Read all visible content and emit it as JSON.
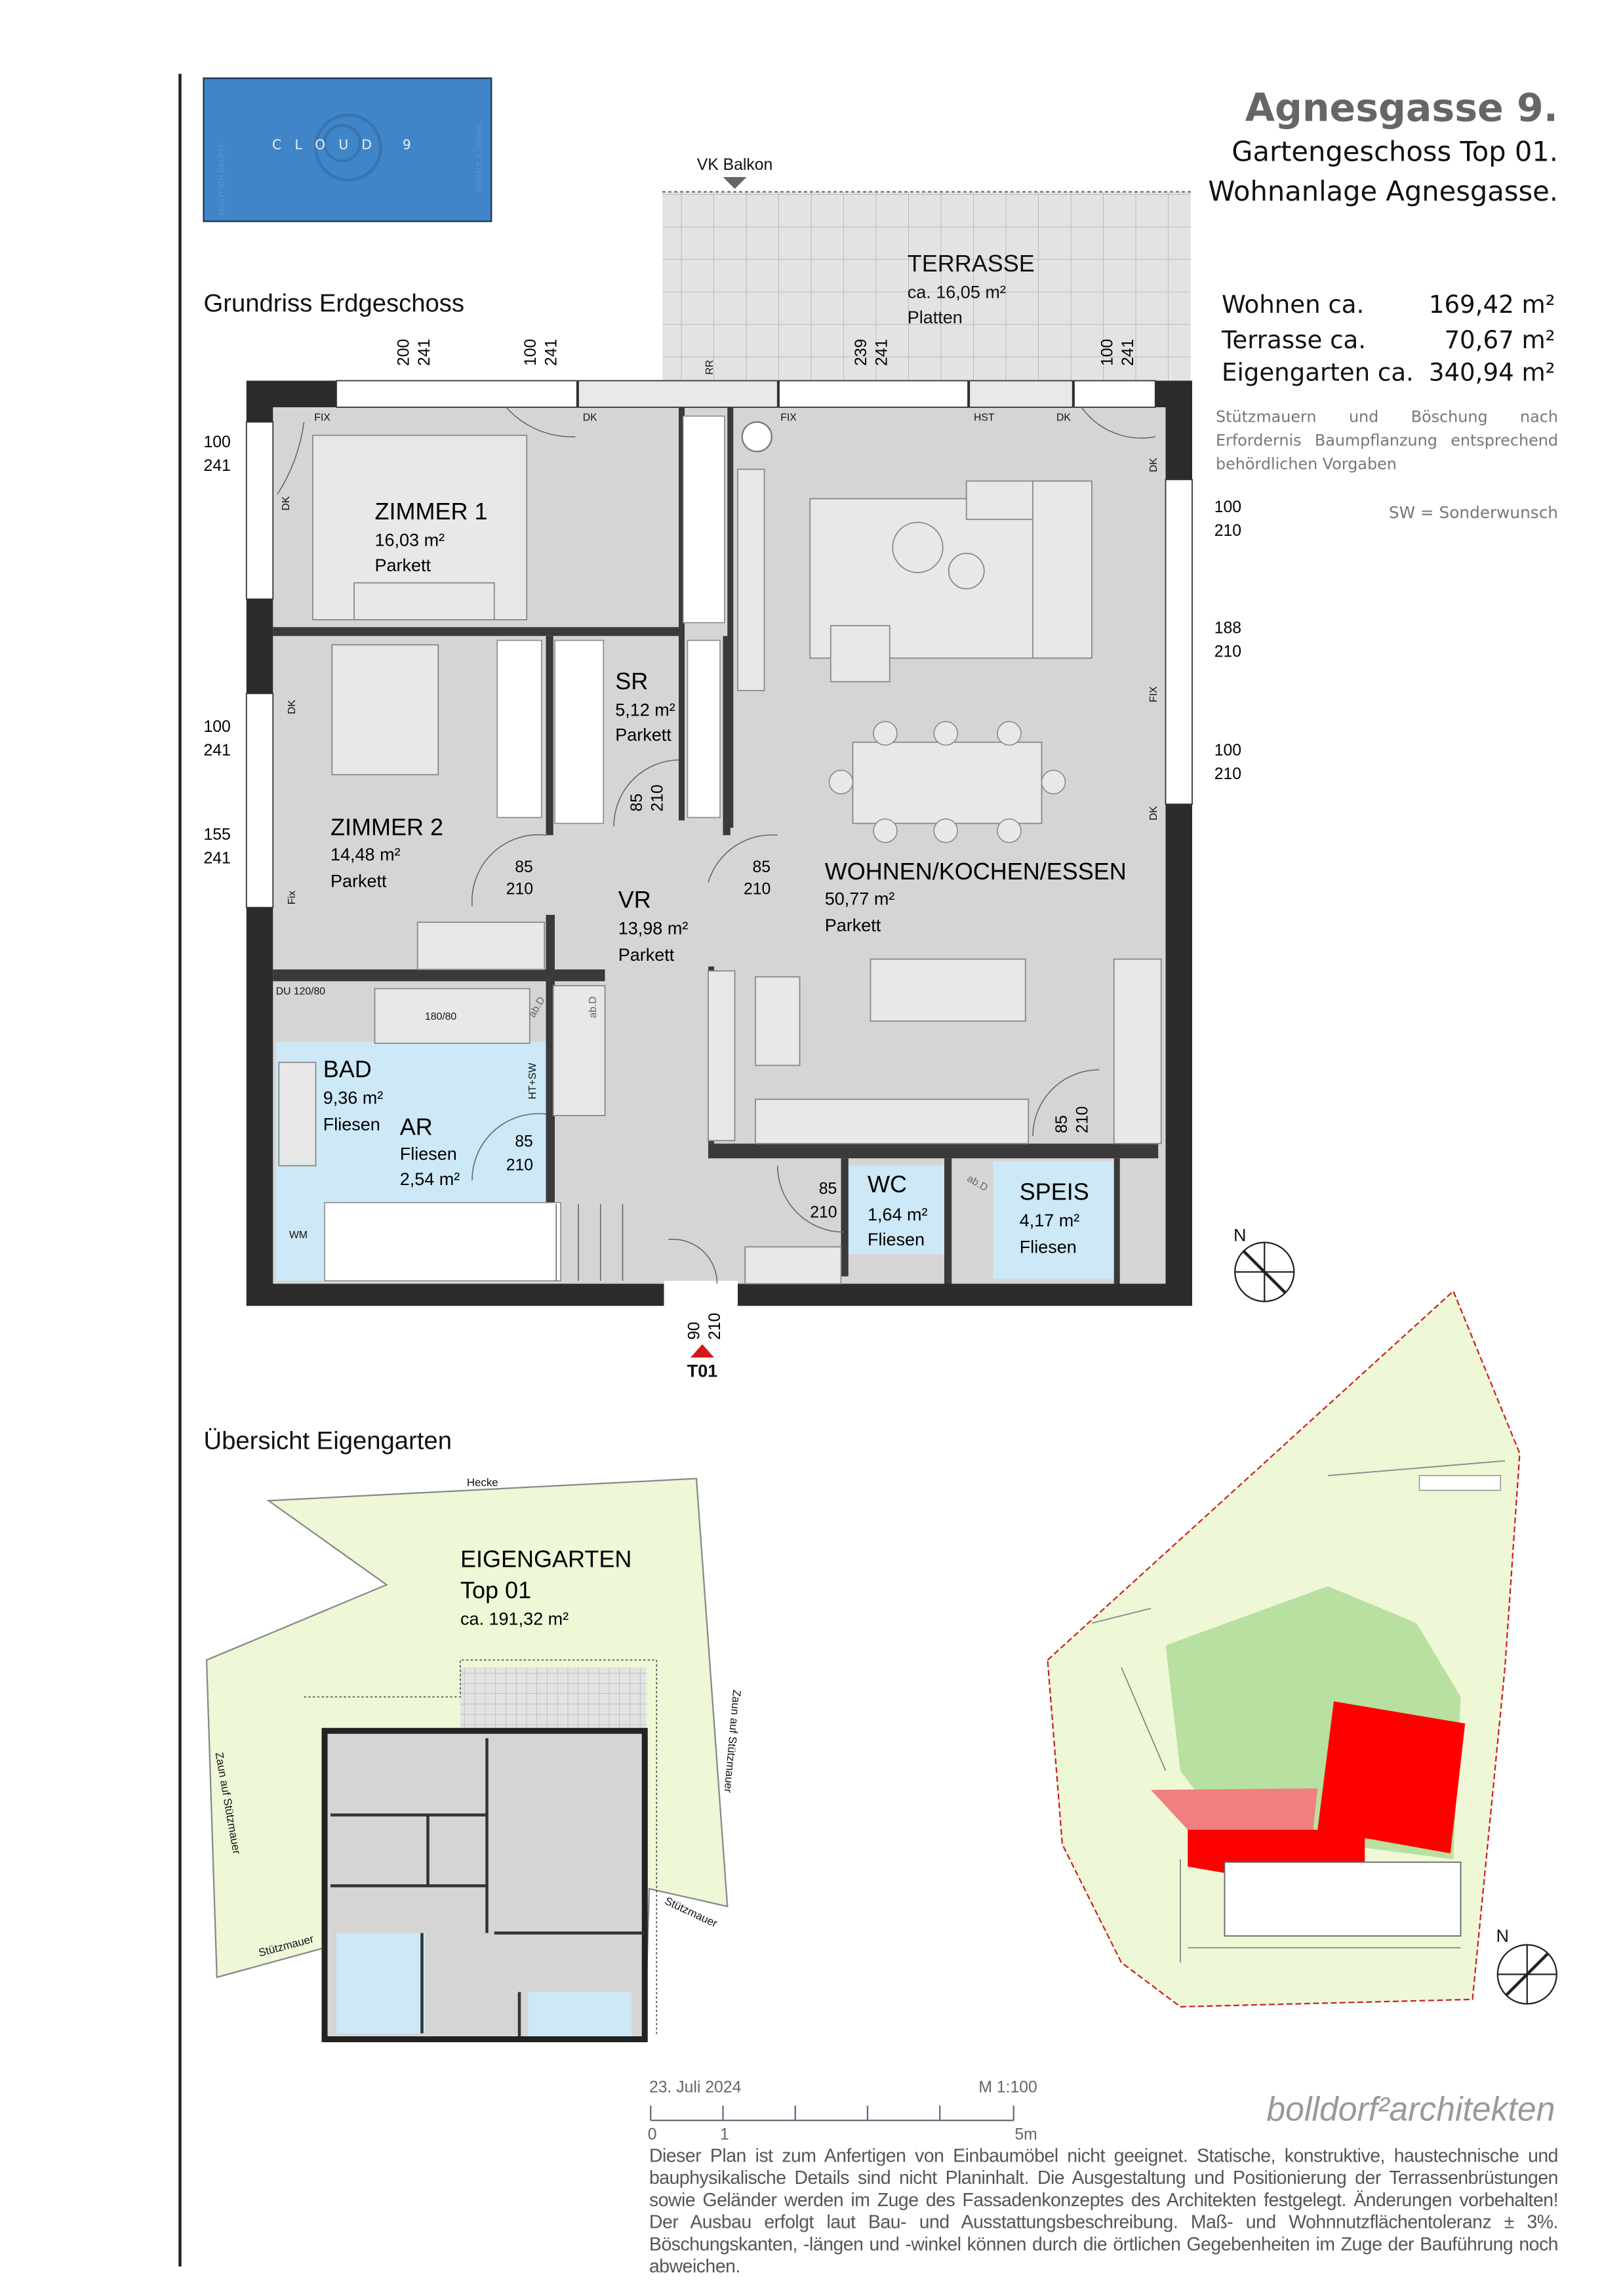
{
  "logo": {
    "brand": "CLOUD 9",
    "left_text": "KOLLITSCH GRUPPE",
    "right_text": "Kollitsch & Soravia",
    "color": "#3f85c7"
  },
  "header": {
    "title": "Agnesgasse 9.",
    "subtitle": "Gartengeschoss Top 01.",
    "project": "Wohnanlage Agnesgasse."
  },
  "areas": [
    {
      "label": "Wohnen ca.",
      "value": "169,42 m²"
    },
    {
      "label": "Terrasse ca.",
      "value": "70,67 m²"
    },
    {
      "label": "Eigengarten ca.",
      "value": "340,94 m²"
    }
  ],
  "note": "Stützmauern und Böschung nach Erfordernis Baumpflanzung entsprechend behördlichen Vorgaben",
  "legend_sw": "SW = Sonderwunsch",
  "plan": {
    "title": "Grundriss Erdgeschoss",
    "vk_balkon": "VK Balkon",
    "terrace": {
      "name": "TERRASSE",
      "area": "ca. 16,05 m²",
      "floor": "Platten"
    },
    "rooms": [
      {
        "name": "ZIMMER 1",
        "area": "16,03 m²",
        "floor": "Parkett"
      },
      {
        "name": "SR",
        "area": "5,12 m²",
        "floor": "Parkett"
      },
      {
        "name": "ZIMMER 2",
        "area": "14,48 m²",
        "floor": "Parkett"
      },
      {
        "name": "VR",
        "area": "13,98 m²",
        "floor": "Parkett"
      },
      {
        "name": "WOHNEN/KOCHEN/ESSEN",
        "area": "50,77 m²",
        "floor": "Parkett"
      },
      {
        "name": "BAD",
        "area": "9,36 m²",
        "floor": "Fliesen"
      },
      {
        "name": "AR",
        "area": "2,54 m²",
        "floor": "Fliesen"
      },
      {
        "name": "WC",
        "area": "1,64 m²",
        "floor": "Fliesen"
      },
      {
        "name": "SPEIS",
        "area": "4,17 m²",
        "floor": "Fliesen"
      }
    ],
    "dims": [
      {
        "w": "200",
        "h": "241"
      },
      {
        "w": "100",
        "h": "241"
      },
      {
        "w": "239",
        "h": "241"
      },
      {
        "w": "100",
        "h": "241"
      },
      {
        "w": "100",
        "h": "241"
      },
      {
        "w": "100",
        "h": "241"
      },
      {
        "w": "155",
        "h": "241"
      },
      {
        "w": "100",
        "h": "210"
      },
      {
        "w": "188",
        "h": "210"
      },
      {
        "w": "100",
        "h": "210"
      },
      {
        "w": "85",
        "h": "210"
      },
      {
        "w": "85",
        "h": "210"
      },
      {
        "w": "85",
        "h": "210"
      },
      {
        "w": "85",
        "h": "210"
      },
      {
        "w": "85",
        "h": "210"
      },
      {
        "w": "85",
        "h": "210"
      },
      {
        "w": "90",
        "h": "210"
      }
    ],
    "tags": {
      "fix": "FIX",
      "dk": "DK",
      "hst": "HST",
      "fix_small": "Fix",
      "rr": "RR",
      "du": "DU 120/80",
      "tub": "180/80",
      "abd": "ab.D",
      "ht": "HT+SW",
      "wm": "WM"
    },
    "entrance": "T01"
  },
  "garden": {
    "title": "Übersicht Eigengarten",
    "name": "EIGENGARTEN",
    "top": "Top 01",
    "area": "ca. 191,32 m²",
    "hecke": "Hecke",
    "zaun": "Zaun auf Stützmauer",
    "stuetz": "Stützmauer"
  },
  "footer": {
    "date": "23. Juli 2024",
    "scale": "M 1:100",
    "scale_ticks": [
      "0",
      "1",
      "5m"
    ],
    "architect": "bolldorf²architekten",
    "disclaimer": "Dieser Plan ist zum Anfertigen von Einbaumöbel nicht geeignet. Statische, konstruktive, haustechnische und bauphysikalische Details sind nicht Planinhalt. Die Ausgestaltung und Positionierung der Terrassenbrüstungen sowie Geländer werden im Zuge des Fassadenkonzeptes des Architekten festgelegt. Änderungen vorbehalten! Der Ausbau erfolgt laut Bau- und Ausstattungsbeschreibung. Maß- und Wohnnutzflächentoleranz ± 3%. Böschungskanten, -längen und -winkel können durch die örtlichen Gegebenheiten im Zuge der Bauführung noch abweichen."
  },
  "colors": {
    "wall": "#2b2b2b",
    "floor": "#d6d5d3",
    "wet": "#cde8f6",
    "garden": "#eef7d6",
    "lawn": "#b8e0a0",
    "red": "#ff0000",
    "entrance": "#d11a1a"
  }
}
